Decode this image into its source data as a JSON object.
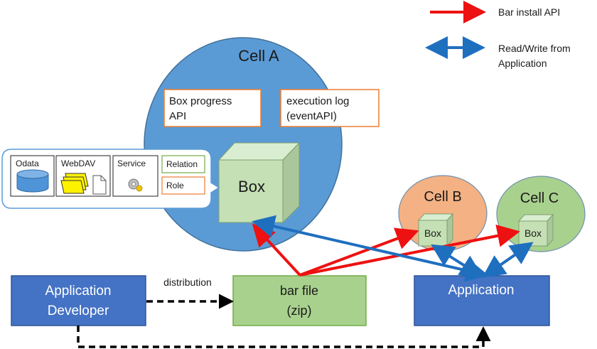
{
  "legend": {
    "install_label": "Bar install API",
    "readwrite_line1": "Read/Write from",
    "readwrite_line2": "Application",
    "install_color": "#ee1111",
    "readwrite_color": "#1f6fbf"
  },
  "cell_a": {
    "title": "Cell A",
    "color": "#5b9bd5",
    "box_progress_line1": "Box progress",
    "box_progress_line2": "API",
    "exec_log_line1": "execution log",
    "exec_log_line2": "(eventAPI)",
    "box_label": "Box"
  },
  "callout": {
    "odata": "Odata",
    "webdav": "WebDAV",
    "service": "Service",
    "relation": "Relation",
    "role": "Role"
  },
  "cell_b": {
    "title": "Cell B",
    "box_label": "Box",
    "color": "#f4b183"
  },
  "cell_c": {
    "title": "Cell C",
    "box_label": "Box",
    "color": "#a9d18e"
  },
  "developer": {
    "line1": "Application",
    "line2": "Developer"
  },
  "bar_file": {
    "line1": "bar  file",
    "line2": "(zip)"
  },
  "application": {
    "label": "Application"
  },
  "distribution_label": "distribution"
}
